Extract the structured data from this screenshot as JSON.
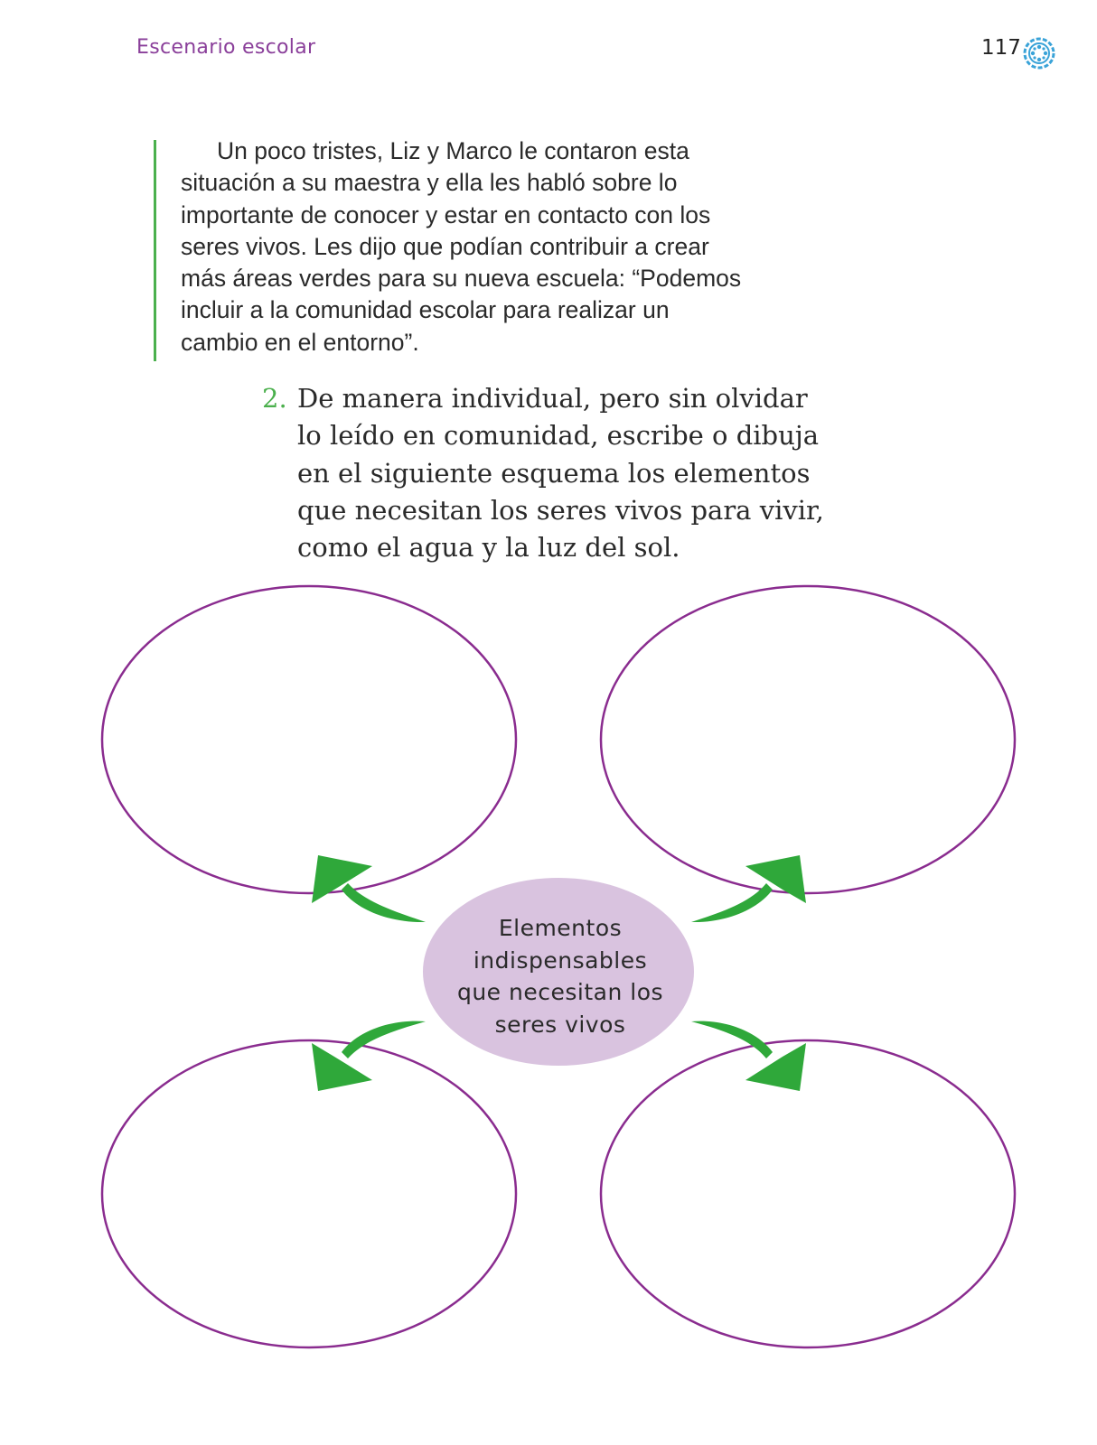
{
  "header": {
    "section_title": "Escenario escolar",
    "page_number": "117",
    "page_icon": "flower-seal-icon"
  },
  "reading": {
    "lines": [
      "Un poco tristes, Liz y Marco le contaron esta",
      "situación a su maestra y ella les habló sobre lo",
      "importante de conocer y estar en contacto con los",
      "seres vivos. Les dijo que podían contribuir a crear",
      "más áreas verdes para su nueva escuela: “Podemos",
      "incluir a la comunidad escolar para realizar un",
      "cambio en el entorno”."
    ]
  },
  "activity": {
    "number": "2.",
    "lines": [
      "De manera individual, pero sin olvidar",
      "lo leído en comunidad, escribe o dibuja",
      "en el siguiente esquema los elementos",
      "que necesitan los seres vivos para vivir,",
      "como el agua y la luz del sol."
    ]
  },
  "diagram": {
    "center_lines": [
      "Elementos",
      "indispensables",
      "que necesitan los",
      "seres vivos"
    ],
    "colors": {
      "oval_stroke": "#8a2c8f",
      "center_fill": "#d9c3df",
      "arrow_fill": "#2fa83a",
      "accent_green": "#4bb04d",
      "header_purple": "#8a3f9a",
      "icon_blue": "#3aa3d8"
    }
  }
}
